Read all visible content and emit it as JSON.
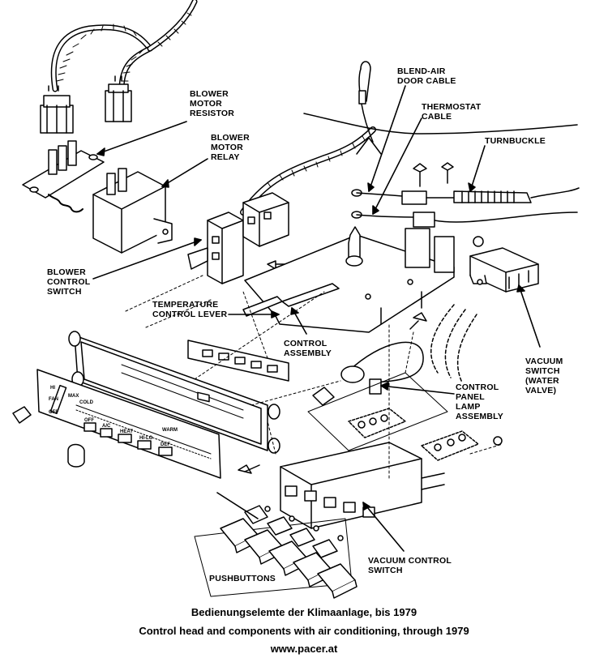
{
  "labels": {
    "blower_motor_resistor": "BLOWER\nMOTOR\nRESISTOR",
    "blower_motor_relay": "BLOWER\nMOTOR\nRELAY",
    "blend_air_door_cable": "BLEND-AIR\nDOOR CABLE",
    "thermostat_cable": "THERMOSTAT\nCABLE",
    "turnbuckle": "TURNBUCKLE",
    "blower_control_switch": "BLOWER\nCONTROL\nSWITCH",
    "temperature_control_lever": "TEMPERATURE\nCONTROL LEVER",
    "control_assembly": "CONTROL\nASSEMBLY",
    "vacuum_switch_water_valve": "VACUUM\nSWITCH\n(WATER\nVALVE)",
    "control_panel_lamp_assembly": "CONTROL\nPANEL\nLAMP\nASSEMBLY",
    "vacuum_control_switch": "VACUUM CONTROL\nSWITCH",
    "pushbuttons": "PUSHBUTTONS"
  },
  "panel_markings": {
    "hi": "HI",
    "max": "MAX",
    "fan": "FAN",
    "off_fan": "OFF",
    "cold": "COLD",
    "warm": "WARM",
    "btn_off": "OFF",
    "btn_ac": "A/C",
    "btn_heat": "HEAT",
    "btn_hilo": "HI-LO",
    "btn_def": "DEF"
  },
  "caption": {
    "german": "Bedienungselemte der Klimaanlage, bis 1979",
    "english": "Control head and components with air conditioning, through 1979",
    "url": "www.pacer.at"
  }
}
